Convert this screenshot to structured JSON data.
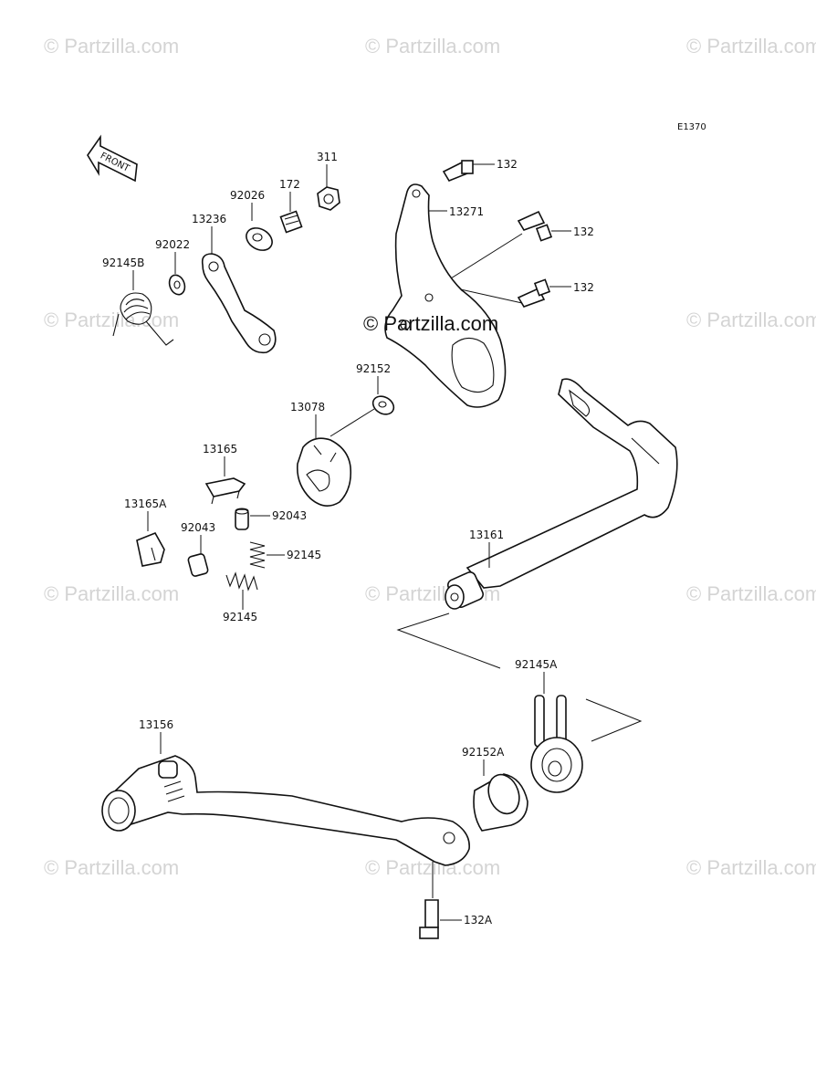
{
  "diagram_code": "E1370",
  "front_arrow_text": "FRONT",
  "watermark_text": "© Partzilla.com",
  "center_watermark_text": "© Partzilla.com",
  "part_labels": {
    "p311": "311",
    "p172": "172",
    "p92026": "92026",
    "p13236": "13236",
    "p92022": "92022",
    "p92145B": "92145B",
    "p132_a": "132",
    "p13271": "13271",
    "p132_b": "132",
    "p132_c": "132",
    "p92152": "92152",
    "p13078": "13078",
    "p13165": "13165",
    "p13165A": "13165A",
    "p92043_a": "92043",
    "p92043_b": "92043",
    "p92145_a": "92145",
    "p92145_b": "92145",
    "p13161": "13161",
    "p92145A": "92145A",
    "p13156": "13156",
    "p92152A": "92152A",
    "p132A": "132A"
  }
}
